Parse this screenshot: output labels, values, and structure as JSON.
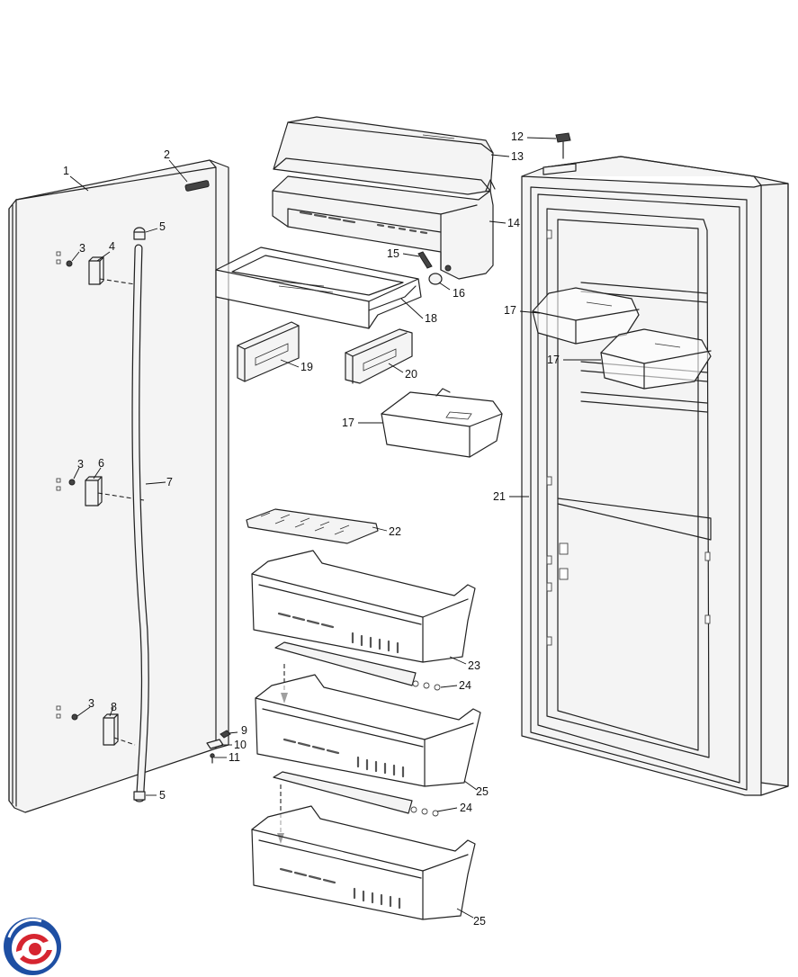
{
  "parts": [
    {
      "id": "1",
      "label": "1"
    },
    {
      "id": "2",
      "label": "2"
    },
    {
      "id": "3",
      "label": "3"
    },
    {
      "id": "4",
      "label": "4"
    },
    {
      "id": "5",
      "label": "5"
    },
    {
      "id": "6",
      "label": "6"
    },
    {
      "id": "7",
      "label": "7"
    },
    {
      "id": "8",
      "label": "8"
    },
    {
      "id": "9",
      "label": "9"
    },
    {
      "id": "10",
      "label": "10"
    },
    {
      "id": "11",
      "label": "11"
    },
    {
      "id": "12",
      "label": "12"
    },
    {
      "id": "13",
      "label": "13"
    },
    {
      "id": "14",
      "label": "14"
    },
    {
      "id": "15",
      "label": "15"
    },
    {
      "id": "16",
      "label": "16"
    },
    {
      "id": "17",
      "label": "17"
    },
    {
      "id": "18",
      "label": "18"
    },
    {
      "id": "19",
      "label": "19"
    },
    {
      "id": "20",
      "label": "20"
    },
    {
      "id": "21",
      "label": "21"
    },
    {
      "id": "22",
      "label": "22"
    },
    {
      "id": "23",
      "label": "23"
    },
    {
      "id": "24",
      "label": "24"
    },
    {
      "id": "25",
      "label": "25"
    }
  ],
  "logo": {
    "name": "brand-logo",
    "colors": {
      "blue": "#1e4fa3",
      "red": "#d62530"
    }
  }
}
